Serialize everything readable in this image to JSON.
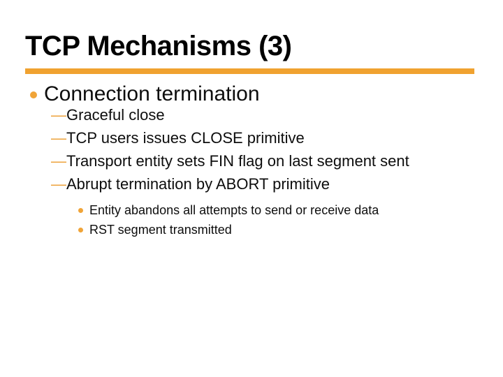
{
  "slide": {
    "title": "TCP Mechanisms (3)",
    "accent_color": "#F0A230",
    "title_color": "#000000",
    "body_color": "#0d0d0d",
    "dash_glyph": "—",
    "level1": {
      "label": "Connection termination"
    },
    "level2_items": [
      {
        "label": "Graceful close"
      },
      {
        "label": "TCP users issues CLOSE primitive"
      },
      {
        "label": "Transport entity sets FIN flag on last segment sent"
      },
      {
        "label": "Abrupt termination by ABORT primitive"
      }
    ],
    "level3_items": [
      {
        "label": "Entity abandons all attempts to send or receive data"
      },
      {
        "label": "RST segment transmitted"
      }
    ]
  }
}
